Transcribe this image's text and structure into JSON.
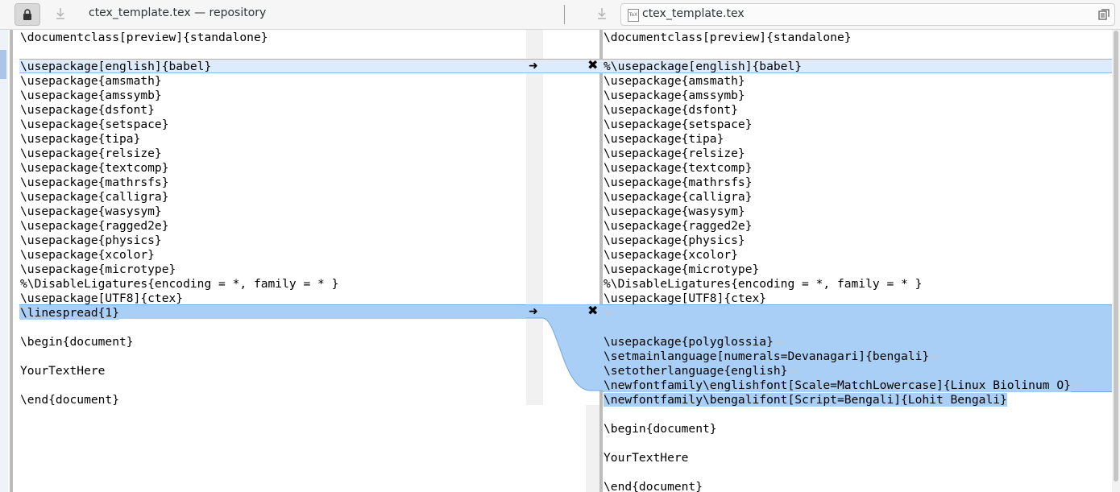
{
  "window": {
    "left_title": "ctex_template.tex — repository",
    "right_title": "ctex_template.tex",
    "file_icon_text": "TeX"
  },
  "left_lines": [
    "\\documentclass[preview]{standalone}",
    "",
    "\\usepackage[english]{babel}",
    "\\usepackage{amsmath}",
    "\\usepackage{amssymb}",
    "\\usepackage{dsfont}",
    "\\usepackage{setspace}",
    "\\usepackage{tipa}",
    "\\usepackage{relsize}",
    "\\usepackage{textcomp}",
    "\\usepackage{mathrsfs}",
    "\\usepackage{calligra}",
    "\\usepackage{wasysym}",
    "\\usepackage{ragged2e}",
    "\\usepackage{physics}",
    "\\usepackage{xcolor}",
    "\\usepackage{microtype}",
    "%\\DisableLigatures{encoding = *, family = * }",
    "\\usepackage[UTF8]{ctex}",
    "\\linespread{1}",
    "",
    "\\begin{document}",
    "",
    "YourTextHere",
    "",
    "\\end{document}"
  ],
  "right_lines": [
    "\\documentclass[preview]{standalone}",
    "",
    "%\\usepackage[english]{babel}",
    "\\usepackage{amsmath}",
    "\\usepackage{amssymb}",
    "\\usepackage{dsfont}",
    "\\usepackage{setspace}",
    "\\usepackage{tipa}",
    "\\usepackage{relsize}",
    "\\usepackage{textcomp}",
    "\\usepackage{mathrsfs}",
    "\\usepackage{calligra}",
    "\\usepackage{wasysym}",
    "\\usepackage{ragged2e}",
    "\\usepackage{physics}",
    "\\usepackage{xcolor}",
    "\\usepackage{microtype}",
    "%\\DisableLigatures{encoding = *, family = * }",
    "\\usepackage[UTF8]{ctex}",
    "",
    "",
    "\\usepackage{polyglossia}",
    "\\setmainlanguage[numerals=Devanagari]{bengali}",
    "\\setotherlanguage{english}",
    "\\newfontfamily\\englishfont[Scale=MatchLowercase]{Linux Biolinum O}",
    "\\newfontfamily\\bengalifont[Script=Bengali]{Lohit Bengali}",
    "",
    "\\begin{document}",
    "",
    "YourTextHere",
    "",
    "\\end{document}"
  ],
  "changes": {
    "arrow_symbol": "➜",
    "close_symbol": "✖",
    "eol_marker": "⟵"
  },
  "colors": {
    "change_light": "#dcecfd",
    "change_selected": "#a9cff6",
    "change_border": "#6ea7e4"
  }
}
